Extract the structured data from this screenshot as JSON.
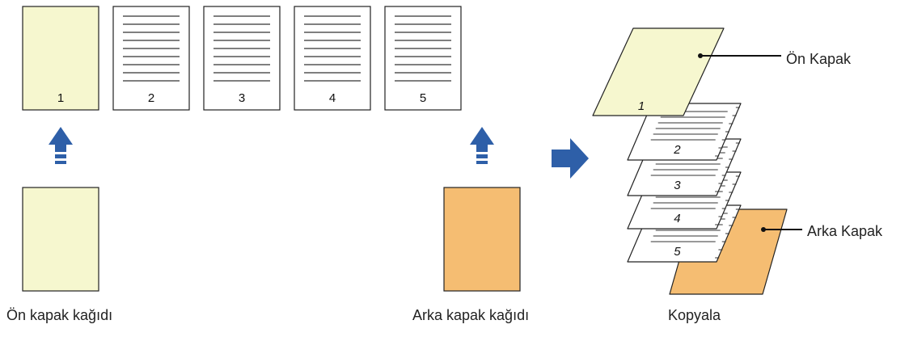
{
  "pages": [
    {
      "number": "1",
      "kind": "front-cover"
    },
    {
      "number": "2",
      "kind": "text"
    },
    {
      "number": "3",
      "kind": "text"
    },
    {
      "number": "4",
      "kind": "text"
    },
    {
      "number": "5",
      "kind": "text"
    }
  ],
  "stack_pages": [
    "1",
    "2",
    "3",
    "4",
    "5"
  ],
  "labels": {
    "front_cover_paper": "Ön kapak kağıdı",
    "back_cover_paper": "Arka kapak kağıdı",
    "copy": "Kopyala",
    "front_cover": "Ön Kapak",
    "back_cover": "Arka Kapak"
  },
  "colors": {
    "front_cover": "#f6f7cf",
    "back_cover": "#f5bd72",
    "arrow": "#2e5fa8",
    "outline": "#222222"
  }
}
